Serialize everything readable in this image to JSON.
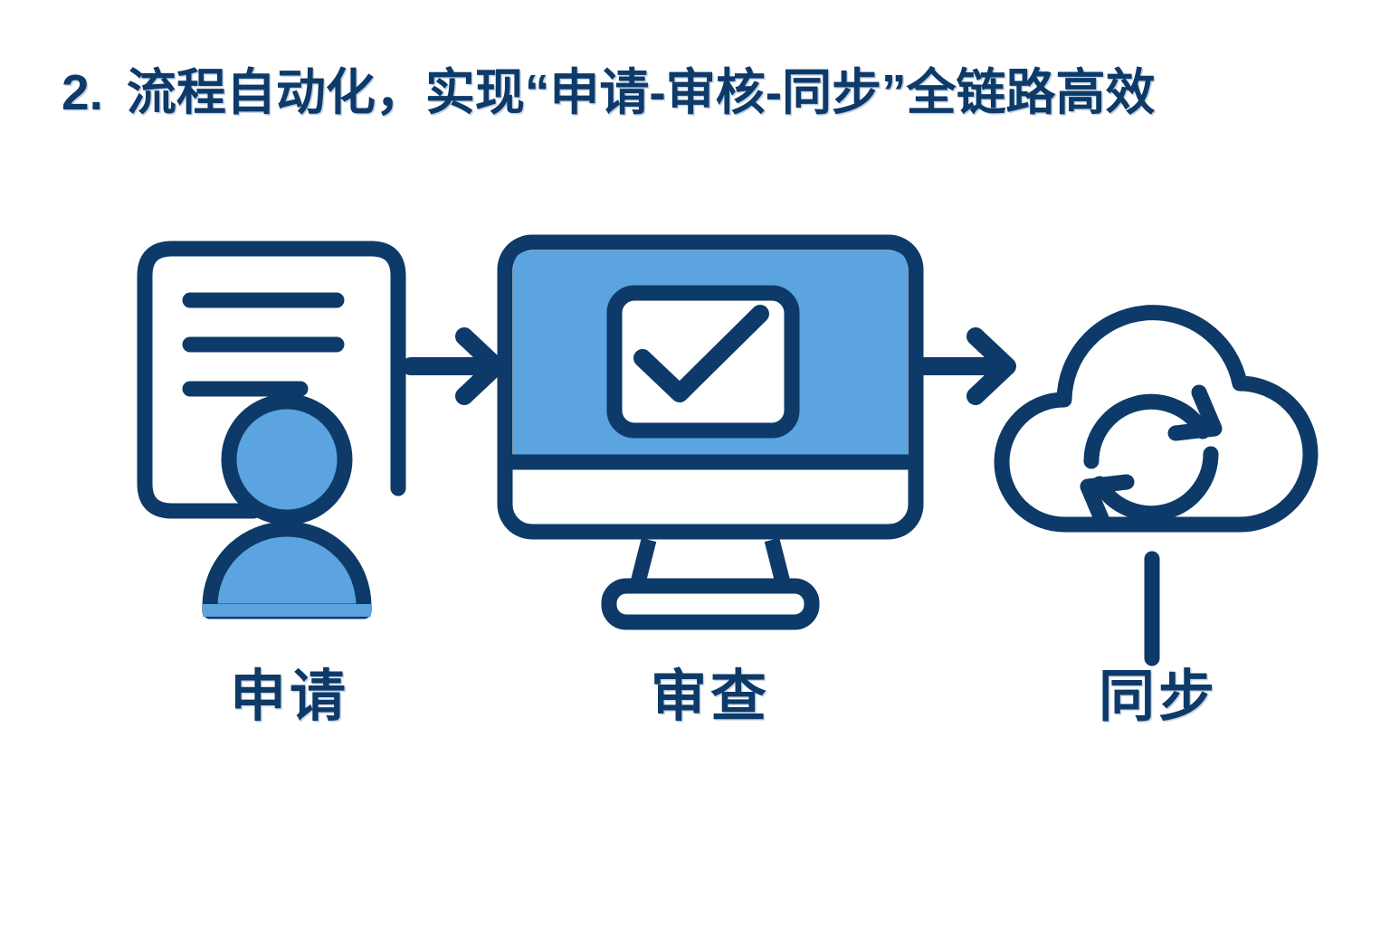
{
  "slide": {
    "background_color": "#ffffff",
    "title": {
      "number": "2.",
      "text": "流程自动化，实现“申请-审核-同步”全链路高效",
      "color": "#0d3a68"
    }
  },
  "palette": {
    "dark_blue": "#0d3a68",
    "light_blue": "#5ba4e0",
    "white": "#ffffff"
  },
  "flow": {
    "stages": [
      {
        "id": "apply",
        "label": "申请",
        "icon": "document-with-person-icon",
        "icon_parts": [
          "document-outline",
          "document-line-1",
          "document-line-2",
          "document-line-3",
          "person-head",
          "person-body"
        ]
      },
      {
        "id": "review",
        "label": "审查",
        "icon": "monitor-with-checkmark-icon",
        "icon_parts": [
          "monitor-screen",
          "monitor-inner-box",
          "checkmark",
          "monitor-neck",
          "monitor-base"
        ]
      },
      {
        "id": "sync",
        "label": "同步",
        "icon": "cloud-sync-icon",
        "icon_parts": [
          "cloud-outline",
          "sync-arrows",
          "connector-line"
        ]
      }
    ],
    "connectors": [
      {
        "id": "arrow-1",
        "icon": "arrow-right-icon",
        "from": "apply",
        "to": "review"
      },
      {
        "id": "arrow-2",
        "icon": "arrow-right-icon",
        "from": "review",
        "to": "sync"
      }
    ]
  }
}
